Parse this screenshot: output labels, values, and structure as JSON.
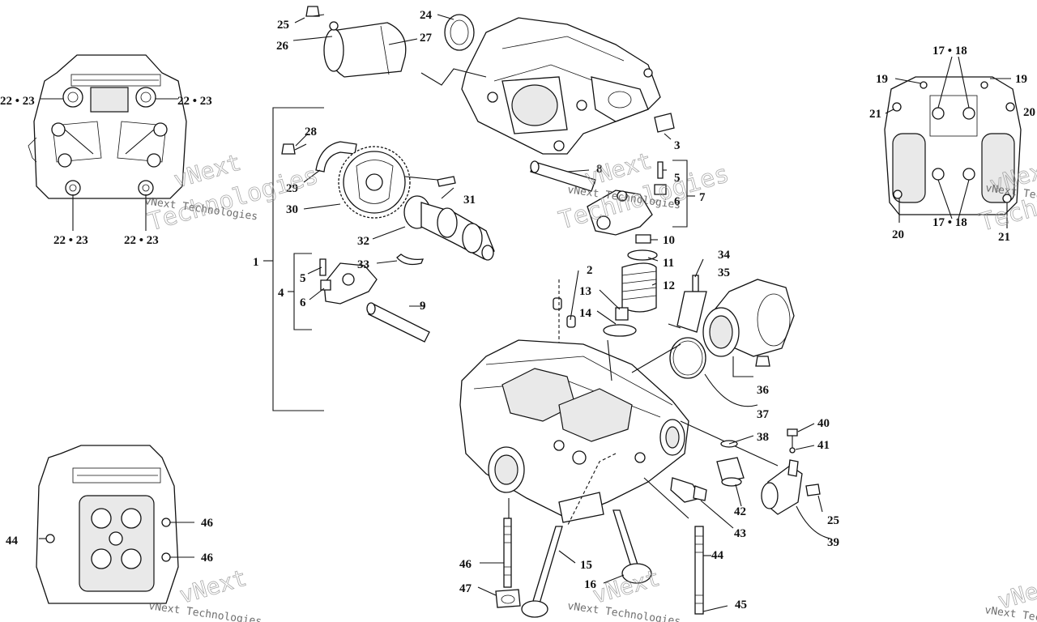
{
  "watermark": {
    "brand_top": "vNext",
    "brand_text": "vNext Technologies",
    "brand_bottom": "Technologies"
  },
  "callouts": [
    {
      "id": "c25a",
      "text": "25"
    },
    {
      "id": "c26",
      "text": "26"
    },
    {
      "id": "c24",
      "text": "24"
    },
    {
      "id": "c27",
      "text": "27"
    },
    {
      "id": "c3",
      "text": "3"
    },
    {
      "id": "c28",
      "text": "28"
    },
    {
      "id": "c29",
      "text": "29"
    },
    {
      "id": "c30",
      "text": "30"
    },
    {
      "id": "c31",
      "text": "31"
    },
    {
      "id": "c32",
      "text": "32"
    },
    {
      "id": "c33",
      "text": "33"
    },
    {
      "id": "c8",
      "text": "8"
    },
    {
      "id": "c5a",
      "text": "5"
    },
    {
      "id": "c6a",
      "text": "6"
    },
    {
      "id": "c7",
      "text": "7"
    },
    {
      "id": "c10",
      "text": "10"
    },
    {
      "id": "c11",
      "text": "11"
    },
    {
      "id": "c12",
      "text": "12"
    },
    {
      "id": "c1",
      "text": "1"
    },
    {
      "id": "c4",
      "text": "4"
    },
    {
      "id": "c5b",
      "text": "5"
    },
    {
      "id": "c6b",
      "text": "6"
    },
    {
      "id": "c9",
      "text": "9"
    },
    {
      "id": "c2",
      "text": "2"
    },
    {
      "id": "c13",
      "text": "13"
    },
    {
      "id": "c14",
      "text": "14"
    },
    {
      "id": "c34",
      "text": "34"
    },
    {
      "id": "c35",
      "text": "35"
    },
    {
      "id": "c36",
      "text": "36"
    },
    {
      "id": "c37",
      "text": "37"
    },
    {
      "id": "c38",
      "text": "38"
    },
    {
      "id": "c40",
      "text": "40"
    },
    {
      "id": "c41",
      "text": "41"
    },
    {
      "id": "c42",
      "text": "42"
    },
    {
      "id": "c43",
      "text": "43"
    },
    {
      "id": "c25b",
      "text": "25"
    },
    {
      "id": "c39",
      "text": "39"
    },
    {
      "id": "c44a",
      "text": "44"
    },
    {
      "id": "c46a",
      "text": "46"
    },
    {
      "id": "c15",
      "text": "15"
    },
    {
      "id": "c16",
      "text": "16"
    },
    {
      "id": "c47",
      "text": "47"
    },
    {
      "id": "c45",
      "text": "45"
    },
    {
      "id": "l22a",
      "text": "22 • 23"
    },
    {
      "id": "l22b",
      "text": "22 • 23"
    },
    {
      "id": "l22c",
      "text": "22 • 23"
    },
    {
      "id": "l22d",
      "text": "22 • 23"
    },
    {
      "id": "r1718a",
      "text": "17 • 18"
    },
    {
      "id": "r19a",
      "text": "19"
    },
    {
      "id": "r19b",
      "text": "19"
    },
    {
      "id": "r21a",
      "text": "21"
    },
    {
      "id": "r20a",
      "text": "20"
    },
    {
      "id": "r1718b",
      "text": "17 • 18"
    },
    {
      "id": "r20b",
      "text": "20"
    },
    {
      "id": "r21b",
      "text": "21"
    },
    {
      "id": "b44",
      "text": "44"
    },
    {
      "id": "b46a",
      "text": "46"
    },
    {
      "id": "b46b",
      "text": "46"
    }
  ]
}
